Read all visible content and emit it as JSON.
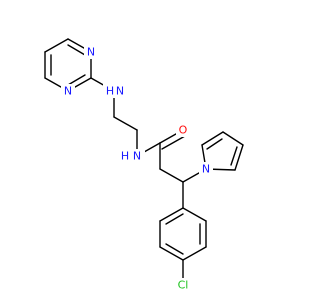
{
  "molecule": {
    "colors": {
      "N": "#1a1aff",
      "O": "#ff0d0d",
      "Cl": "#1ec31e",
      "bond": "#000000"
    },
    "atoms": [
      {
        "id": "N_pyr1",
        "label": "N",
        "element": "N"
      },
      {
        "id": "N_pyr3",
        "label": "N",
        "element": "N"
      },
      {
        "id": "N_H_amine",
        "label": "N",
        "element": "N"
      },
      {
        "id": "H_amine",
        "label": "H",
        "element": "N"
      },
      {
        "id": "N_H_amide",
        "label": "N",
        "element": "N"
      },
      {
        "id": "H_amide",
        "label": "H",
        "element": "N"
      },
      {
        "id": "O_carbonyl",
        "label": "O",
        "element": "O"
      },
      {
        "id": "N_pyrrole",
        "label": "N",
        "element": "N"
      },
      {
        "id": "Cl",
        "label": "Cl",
        "element": "Cl"
      }
    ]
  }
}
